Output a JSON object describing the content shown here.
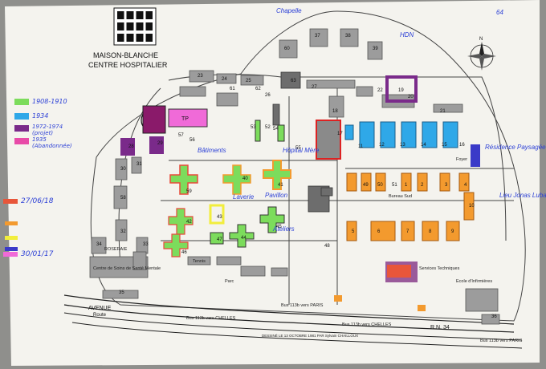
{
  "page_number": "64",
  "header": {
    "line1": "MAISON-BLANCHE",
    "line2": "CENTRE HOSPITALIER"
  },
  "legend": {
    "items": [
      {
        "label": "1908-1910",
        "color": "#7cdc5c"
      },
      {
        "label": "1934",
        "color": "#2fa8e8"
      },
      {
        "label": "1972-1974 (projet)",
        "color": "#7a2a8a"
      },
      {
        "label": "1935 (Abandonnée)",
        "color": "#e84aa8"
      },
      {
        "label": "27/06/18",
        "color": "#e8563a"
      },
      {
        "label": "",
        "color": "#f39a2e"
      },
      {
        "label": "",
        "color": "#f2ee3c"
      },
      {
        "label": "",
        "color": "#3a3ac8"
      },
      {
        "label": "30/01/17",
        "color": "#f06ad8"
      }
    ]
  },
  "handwritten_notes": {
    "top": "Chapelle",
    "hdn": "HDN",
    "right_middle": "Résidence Paysagée",
    "right_lower": "Lieu Jonas Lubac, Paris",
    "tp": "TP",
    "labels": [
      "Bâtiments",
      "Hôpital Mère",
      "Pavillon",
      "Ateliers",
      "Laverie"
    ]
  },
  "printed_labels": {
    "roseraie": "ROSERAIE",
    "centre_soins": "Centre de Soins de Santé Mentale",
    "avenue": "AVENUE",
    "route": "Route",
    "bus_left": "Bus 113b vers CHELLES",
    "bus_mid": "Bus 113b vers PARIS",
    "bus_right": "Bus 113b vers CHELLES",
    "bus_far": "Bus 113b vers PARIS",
    "rn34": "R.N. 34",
    "dessine": "DESSINÉ LE 13 OCTOBRE 1981 PAR Sylvain CHAILLOUX",
    "parc": "Parc",
    "tennis": "Tennis",
    "ecole": "Ecole d'Infirmières",
    "services": "Services Techniques",
    "foyer": "Foyer",
    "bureau": "Bureau Sud",
    "nord": "N"
  },
  "building_numbers": [
    "37",
    "38",
    "39",
    "60",
    "61",
    "62",
    "63",
    "52",
    "53",
    "54",
    "55",
    "56",
    "57",
    "58",
    "59",
    "40",
    "41",
    "42",
    "43",
    "44",
    "45",
    "46",
    "47",
    "48",
    "49",
    "50",
    "51",
    "1",
    "2",
    "3",
    "4",
    "5",
    "6",
    "7",
    "8",
    "9",
    "10",
    "11",
    "12",
    "13",
    "14",
    "15",
    "16",
    "17",
    "18",
    "19",
    "20",
    "21",
    "22",
    "23",
    "24",
    "25",
    "26",
    "27",
    "28",
    "29",
    "30",
    "31",
    "32",
    "33",
    "34",
    "35",
    "36"
  ]
}
